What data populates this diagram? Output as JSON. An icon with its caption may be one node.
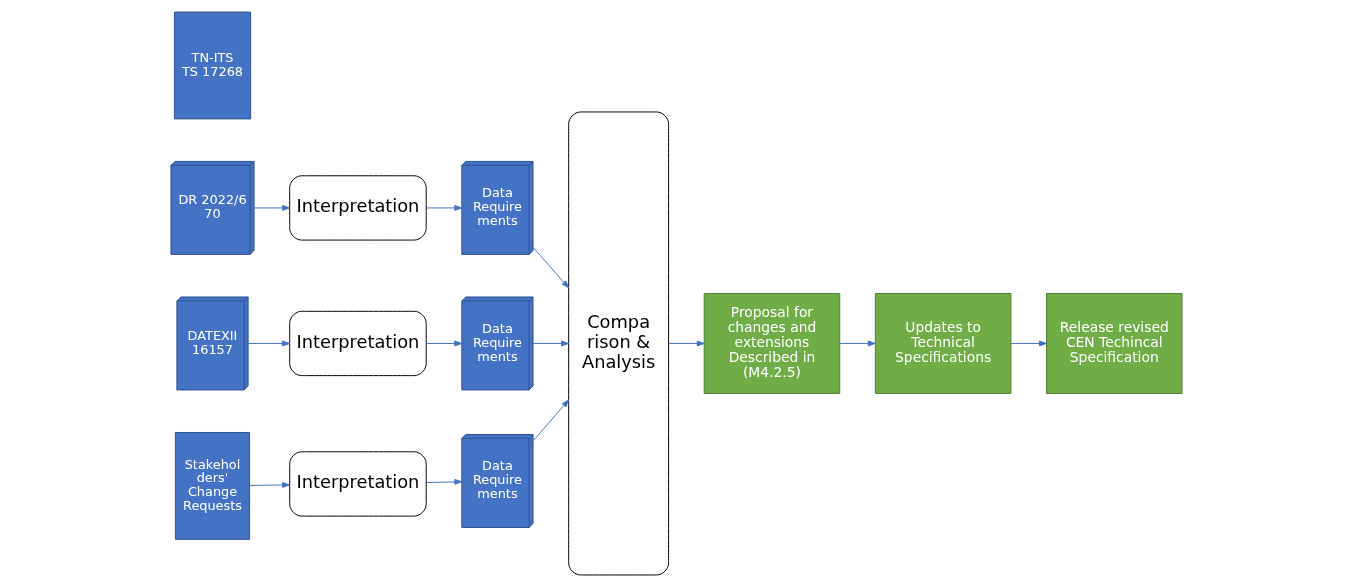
{
  "diagram": {
    "nodes": [
      {
        "text": [
          "DR 2022/6 70"
        ]
      },
      {
        "text": [
          "Interpretation"
        ]
      },
      {
        "text": [
          "Data Require ments"
        ]
      },
      {
        "text": [
          "TN-ITS TS 17268"
        ]
      },
      {
        "text": [
          "DATEXII 16157"
        ]
      },
      {
        "text": [
          "Interpretation"
        ]
      },
      {
        "text": [
          "Data Require ments"
        ]
      },
      {
        "text": [
          "Stakehol ders' Change Requests"
        ]
      },
      {
        "text": [
          "Interpretation"
        ]
      },
      {
        "text": [
          "Data Require ments"
        ]
      },
      {
        "text": [
          "Compa rison & Analysis"
        ]
      },
      {
        "text": [
          "Proposal for changes and extensions Described in (M4.2.5)"
        ]
      },
      {
        "text": [
          "Updates to Technical Specifications"
        ]
      },
      {
        "text": [
          "Release revised CEN Techincal Specification"
        ]
      }
    ],
    "edges": [
      {
        "from": 0,
        "to": 1,
        "arrow": "to"
      },
      {
        "from": 1,
        "to": 2,
        "arrow": "to"
      },
      {
        "from": 2,
        "to": 10,
        "arrow": "to"
      },
      {
        "from": 4,
        "to": 5,
        "arrow": "to"
      },
      {
        "from": 5,
        "to": 6,
        "arrow": "to"
      },
      {
        "from": 6,
        "to": 10,
        "arrow": "to"
      },
      {
        "from": 7,
        "to": 8,
        "arrow": "to"
      },
      {
        "from": 8,
        "to": 9,
        "arrow": "to"
      },
      {
        "from": 9,
        "to": 10,
        "arrow": "to"
      },
      {
        "from": 10,
        "to": 11,
        "arrow": "to"
      },
      {
        "from": 11,
        "to": 12,
        "arrow": "to"
      },
      {
        "from": 12,
        "to": 13,
        "arrow": "to"
      }
    ]
  }
}
